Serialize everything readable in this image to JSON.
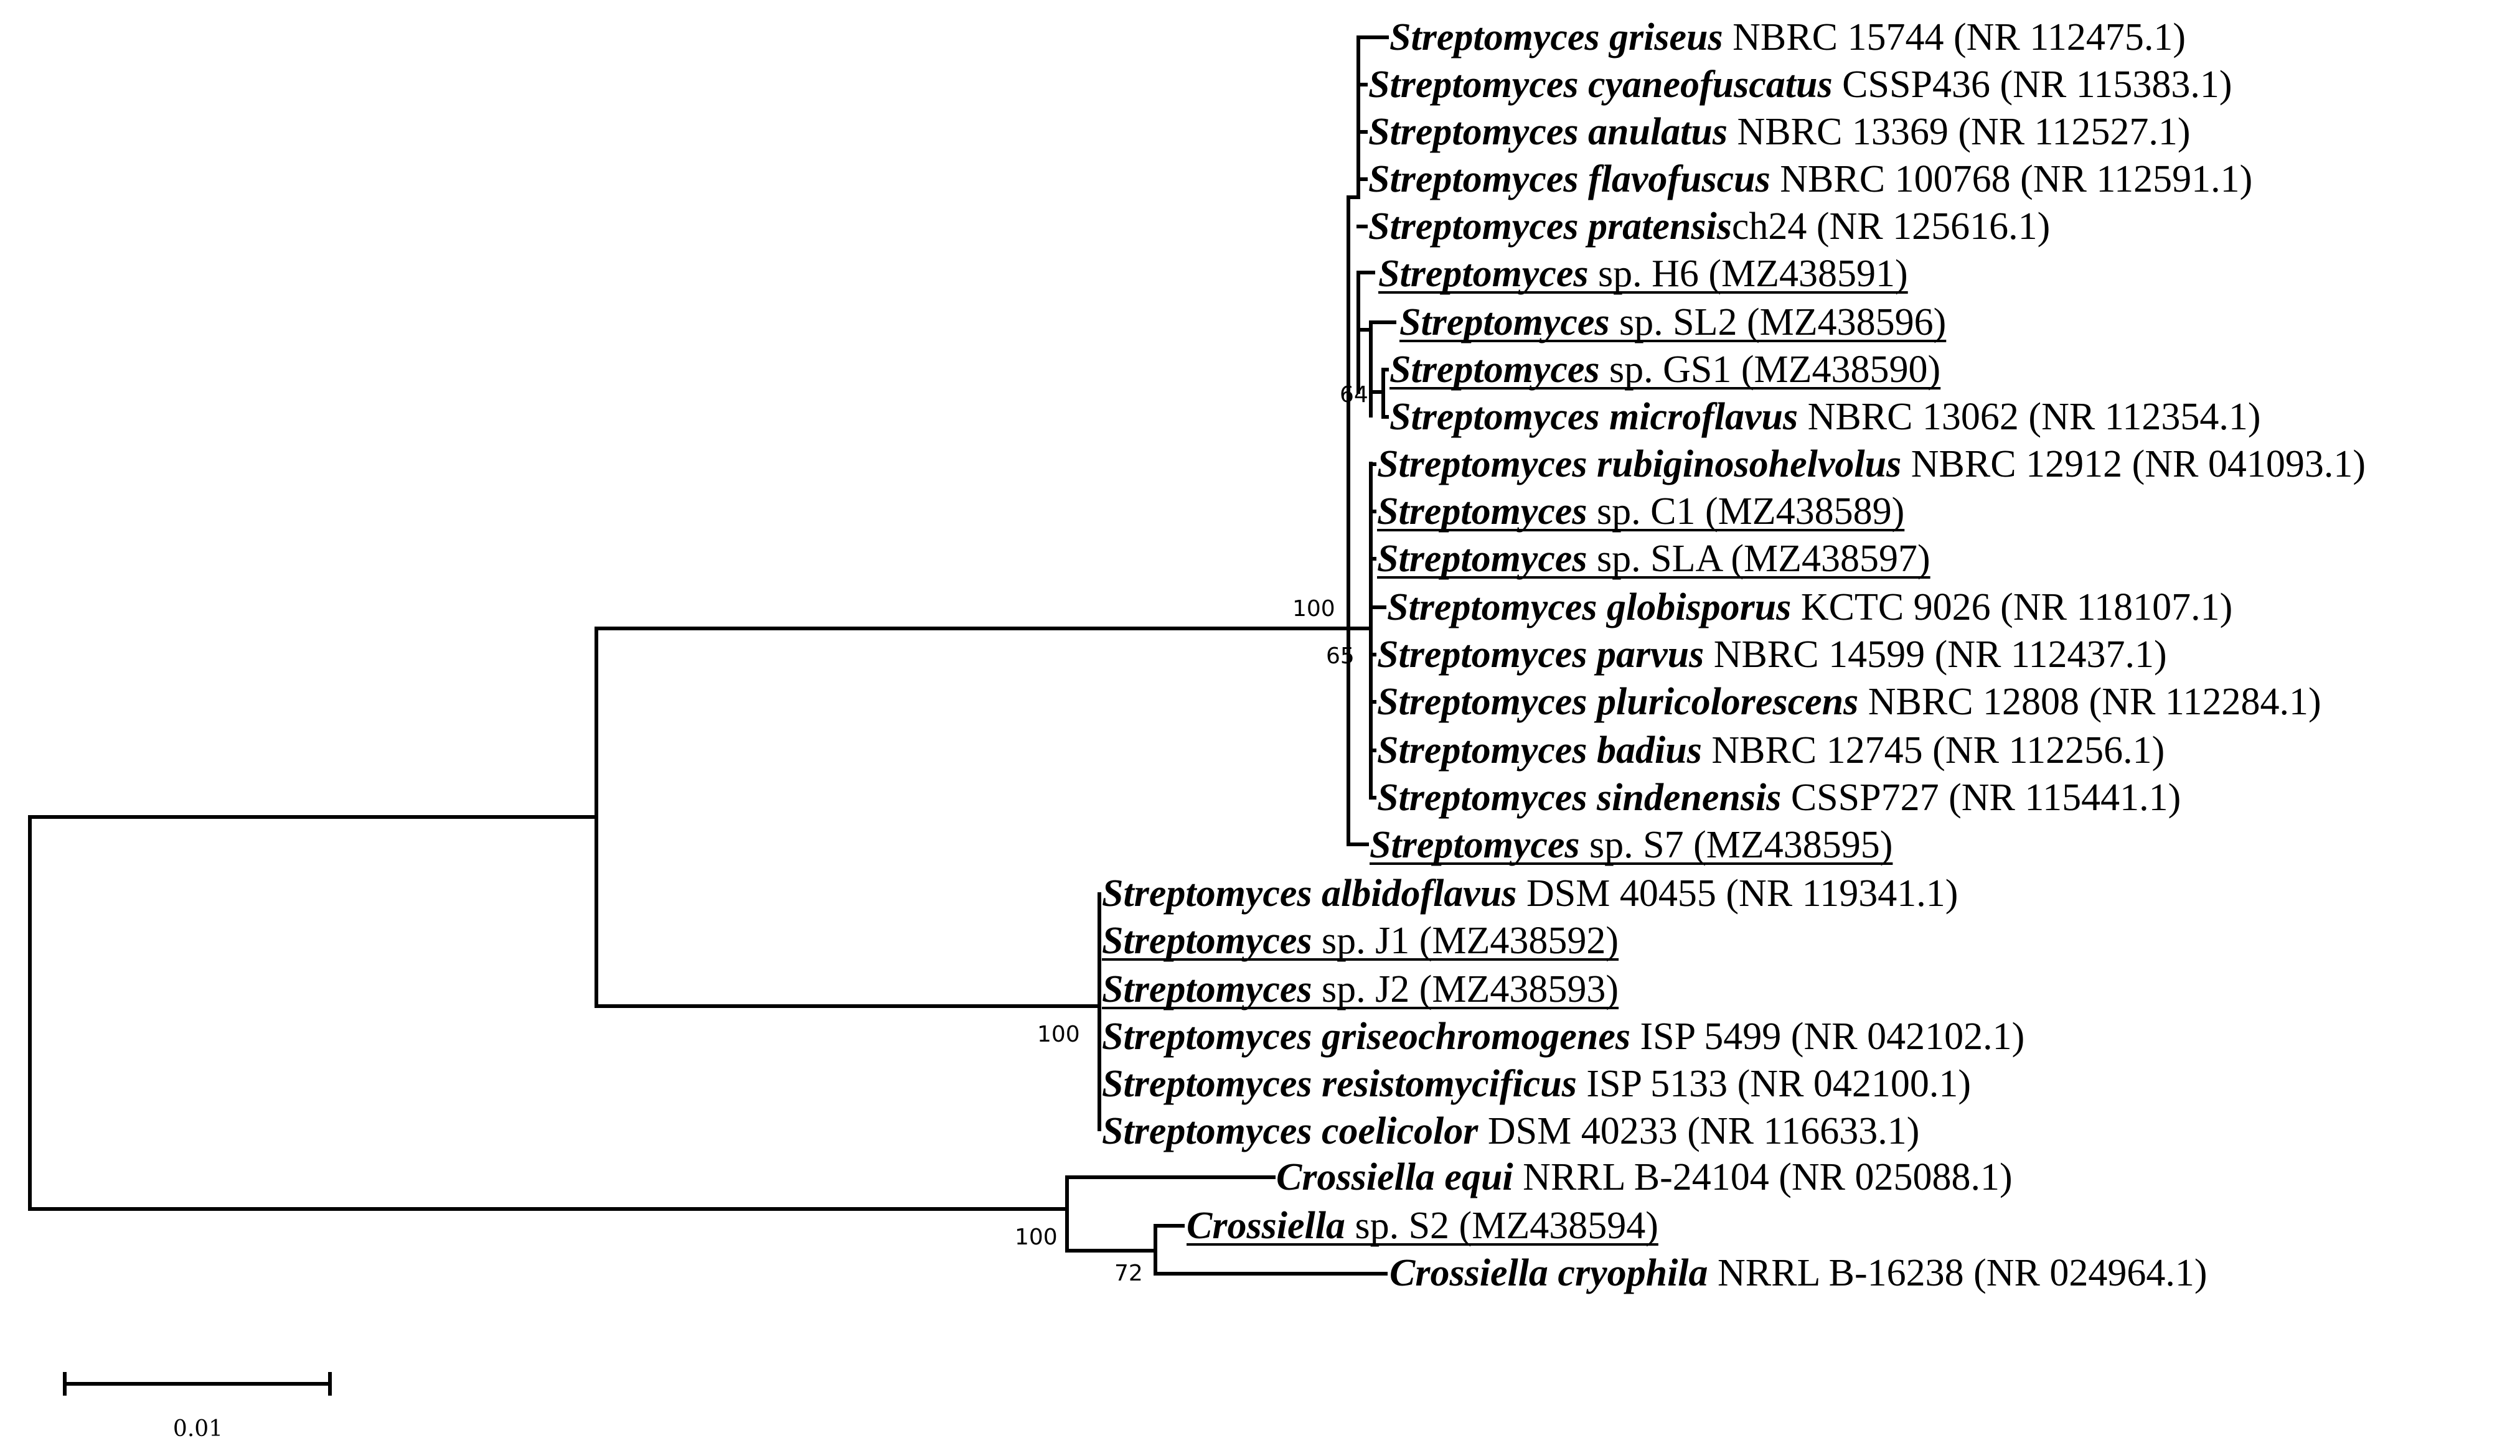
{
  "leaves": [
    {
      "genus": "Streptomyces",
      "rest": " griseus NBRC 15744 (NR 112475.1)",
      "italic_rest": "griseus",
      "suffix": " NBRC 15744 (NR 112475.1)",
      "underline": false
    },
    {
      "genus": "Streptomyces",
      "italic_rest": "cyaneofuscatus",
      "suffix": " CSSP436 (NR 115383.1)",
      "underline": false
    },
    {
      "genus": "Streptomyces",
      "italic_rest": "anulatus",
      "suffix": " NBRC 13369 (NR 112527.1)",
      "underline": false
    },
    {
      "genus": "Streptomyces",
      "italic_rest": "flavofuscus",
      "suffix": " NBRC 100768 (NR 112591.1)",
      "underline": false
    },
    {
      "genus": "Streptomyces",
      "italic_rest": "pratensis",
      "suffix": "ch24 (NR 125616.1)",
      "underline": false
    },
    {
      "genus": "Streptomyces",
      "italic_rest": "",
      "suffix": " sp. H6 (MZ438591)",
      "underline": true
    },
    {
      "genus": "Streptomyces",
      "italic_rest": "",
      "suffix": " sp. SL2 (MZ438596)",
      "underline": true
    },
    {
      "genus": "Streptomyces",
      "italic_rest": "",
      "suffix": " sp. GS1 (MZ438590)",
      "underline": true
    },
    {
      "genus": "Streptomyces",
      "italic_rest": "microflavus",
      "suffix": " NBRC 13062 (NR 112354.1)",
      "underline": false
    },
    {
      "genus": "Streptomyces",
      "italic_rest": "rubiginosohelvolus",
      "suffix": " NBRC 12912 (NR 041093.1)",
      "underline": false
    },
    {
      "genus": "Streptomyces",
      "italic_rest": "",
      "suffix": " sp. C1 (MZ438589)",
      "underline": true
    },
    {
      "genus": "Streptomyces",
      "italic_rest": "",
      "suffix": " sp. SLA (MZ438597)",
      "underline": true
    },
    {
      "genus": "Streptomyces",
      "italic_rest": "globisporus",
      "suffix": " KCTC 9026 (NR 118107.1)",
      "underline": false
    },
    {
      "genus": "Streptomyces",
      "italic_rest": "parvus",
      "suffix": " NBRC 14599 (NR 112437.1)",
      "underline": false
    },
    {
      "genus": "Streptomyces",
      "italic_rest": "pluricolorescens",
      "suffix": " NBRC 12808 (NR 112284.1)",
      "underline": false
    },
    {
      "genus": "Streptomyces",
      "italic_rest": "badius",
      "suffix": " NBRC 12745 (NR 112256.1)",
      "underline": false
    },
    {
      "genus": "Streptomyces",
      "italic_rest": "sindenensis",
      "suffix": " CSSP727 (NR 115441.1)",
      "underline": false
    },
    {
      "genus": "Streptomyces",
      "italic_rest": "",
      "suffix": " sp. S7 (MZ438595)",
      "underline": true
    },
    {
      "genus": "Streptomyces",
      "italic_rest": "albidoflavus",
      "suffix": " DSM 40455 (NR 119341.1)",
      "underline": false
    },
    {
      "genus": "Streptomyces",
      "italic_rest": "",
      "suffix": " sp. J1 (MZ438592)",
      "underline": true
    },
    {
      "genus": "Streptomyces",
      "italic_rest": "",
      "suffix": " sp. J2 (MZ438593)",
      "underline": true
    },
    {
      "genus": "Streptomyces",
      "italic_rest": "griseochromogenes",
      "suffix": " ISP 5499 (NR 042102.1)",
      "underline": false
    },
    {
      "genus": "Streptomyces",
      "italic_rest": "resistomycificus",
      "suffix": " ISP 5133 (NR 042100.1)",
      "underline": false
    },
    {
      "genus": "Streptomyces",
      "italic_rest": "coelicolor",
      "suffix": " DSM 40233 (NR 116633.1)",
      "underline": false
    },
    {
      "genus": "Crossiella",
      "italic_rest": "equi",
      "suffix": " NRRL B-24104 (NR 025088.1)",
      "underline": false
    },
    {
      "genus": "Crossiella",
      "italic_rest": "",
      "suffix": " sp. S2 (MZ438594)",
      "underline": true
    },
    {
      "genus": "Crossiella",
      "italic_rest": "cryophila",
      "suffix": " NRRL B-16238 (NR 024964.1)",
      "underline": false
    }
  ],
  "bootstrap": {
    "griseus_clade": "100",
    "sl2_gs1": "64",
    "inner_group": "65",
    "albidoflavus_clade": "100",
    "crossiella_clade": "100",
    "crossiella_inner": "72"
  },
  "scale_bar": {
    "label": "0.01"
  }
}
